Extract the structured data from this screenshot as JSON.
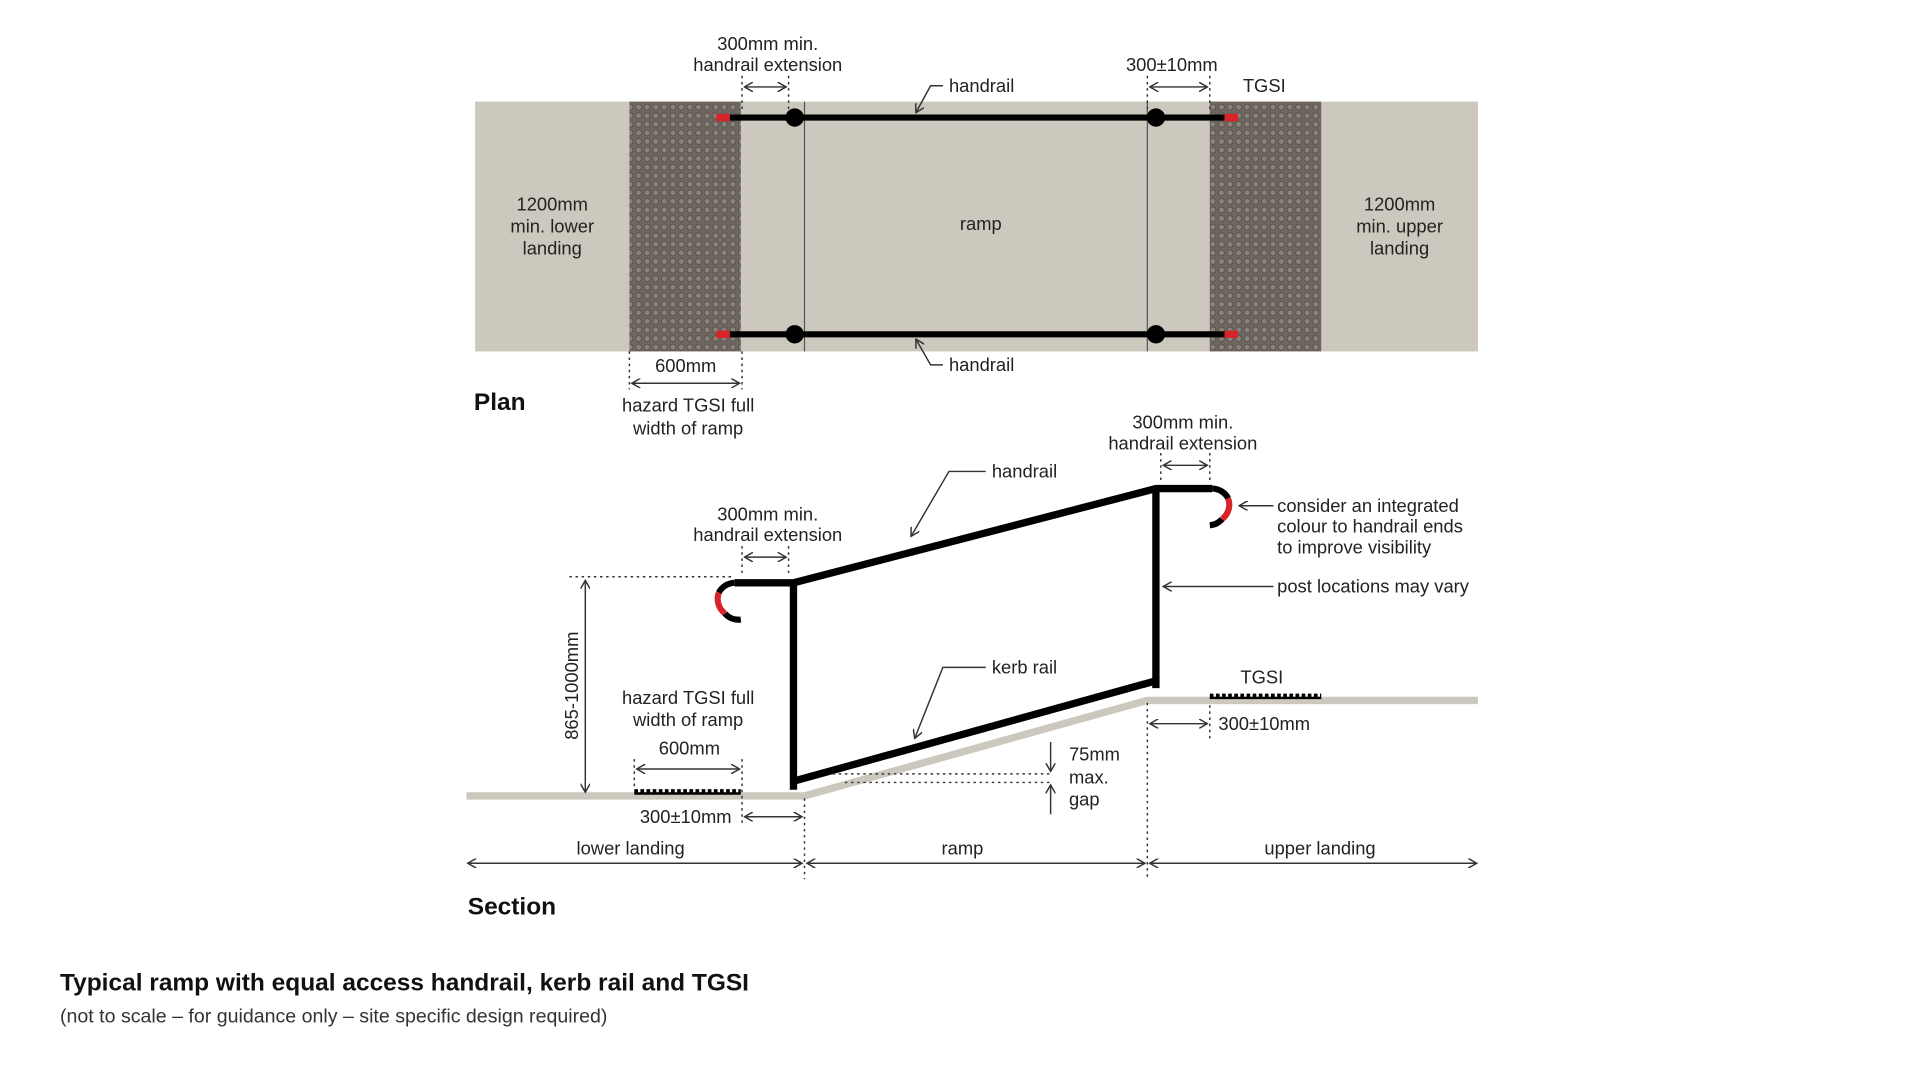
{
  "plan": {
    "heading": "Plan",
    "ext_label": [
      "300mm min.",
      "handrail extension"
    ],
    "handrail_top": "handrail",
    "handrail_bottom": "handrail",
    "tol_label": "300±10mm",
    "tgsi_label": "TGSI",
    "lower_landing": [
      "1200mm",
      "min. lower",
      "landing"
    ],
    "upper_landing": [
      "1200mm",
      "min. upper",
      "landing"
    ],
    "ramp": "ramp",
    "tgsi_width": "600mm",
    "hazard": [
      "hazard TGSI full",
      "width of ramp"
    ]
  },
  "section": {
    "heading": "Section",
    "ext_left": [
      "300mm min.",
      "handrail extension"
    ],
    "ext_right": [
      "300mm min.",
      "handrail extension"
    ],
    "handrail": "handrail",
    "colour_note": [
      "consider an integrated",
      "colour to handrail ends",
      "to improve visibility"
    ],
    "post_note": "post locations may vary",
    "kerb_rail": "kerb rail",
    "height": "865-1000mm",
    "hazard": [
      "hazard TGSI full",
      "width of ramp"
    ],
    "tgsi_width": "600mm",
    "tol_left": "300±10mm",
    "tol_right": "300±10mm",
    "tgsi_label": "TGSI",
    "gap": [
      "75mm",
      "max.",
      "gap"
    ],
    "lower_landing": "lower landing",
    "ramp": "ramp",
    "upper_landing": "upper landing"
  },
  "caption": {
    "title": "Typical ramp with equal access handrail, kerb rail and TGSI",
    "note": "(not to scale – for guidance only – site specific design required)"
  },
  "colors": {
    "surface": "#cdc8be",
    "tgsi": "#6e6660",
    "accent": "#d9232a",
    "rail": "#000000"
  }
}
